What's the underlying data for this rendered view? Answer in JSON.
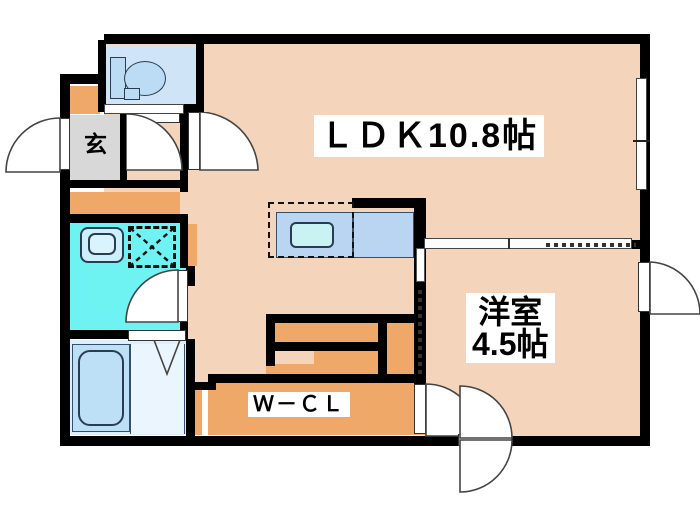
{
  "plan": {
    "type": "residential-floor-plan",
    "orientation": "north-up",
    "background_color": "#ffffff",
    "wall_color": "#000000",
    "colors": {
      "living_floor": "#f4d5bc",
      "closet_floor": "#f0a868",
      "entrance_floor": "#d8d8d8",
      "washroom_floor": "#6ff2f2",
      "bathroom_floor": "#ddeeff",
      "bathtub": "#bde0f7",
      "toilet_room": "#cfe4f7",
      "kitchen_counter": "#b9d5f2",
      "sink_basin": "#c9f2f2"
    },
    "rooms": [
      {
        "id": "ldk",
        "label": "ＬＤＫ10.8帖",
        "name_text": "ＬＤＫ10.8帖",
        "size_jo": "10.8",
        "unit": "帖"
      },
      {
        "id": "bedroom",
        "label_line1": "洋室",
        "label_line2": "4.5帖",
        "size_jo": "4.5",
        "unit": "帖"
      },
      {
        "id": "wcl",
        "label": "Ｗ－ＣＬ"
      },
      {
        "id": "genkan",
        "label": "玄"
      },
      {
        "id": "toilet",
        "label": ""
      },
      {
        "id": "washroom",
        "label": ""
      },
      {
        "id": "bath",
        "label": ""
      }
    ],
    "fixtures": [
      {
        "name": "toilet-bowl"
      },
      {
        "name": "toilet-tank"
      },
      {
        "name": "kitchen-sink"
      },
      {
        "name": "kitchen-counter"
      },
      {
        "name": "wash-basin"
      },
      {
        "name": "washing-machine-space"
      },
      {
        "name": "bathtub"
      },
      {
        "name": "shoe-closet"
      }
    ],
    "openings": [
      {
        "name": "entrance-door"
      },
      {
        "name": "genkan-hall-door"
      },
      {
        "name": "ldk-hall-door"
      },
      {
        "name": "toilet-door"
      },
      {
        "name": "washroom-door"
      },
      {
        "name": "bath-folding-door"
      },
      {
        "name": "ldk-bedroom-sliding-door"
      },
      {
        "name": "bedroom-entry-door"
      },
      {
        "name": "bedroom-exterior-door"
      },
      {
        "name": "bedroom-side-door"
      },
      {
        "name": "ldk-window-east"
      }
    ]
  }
}
